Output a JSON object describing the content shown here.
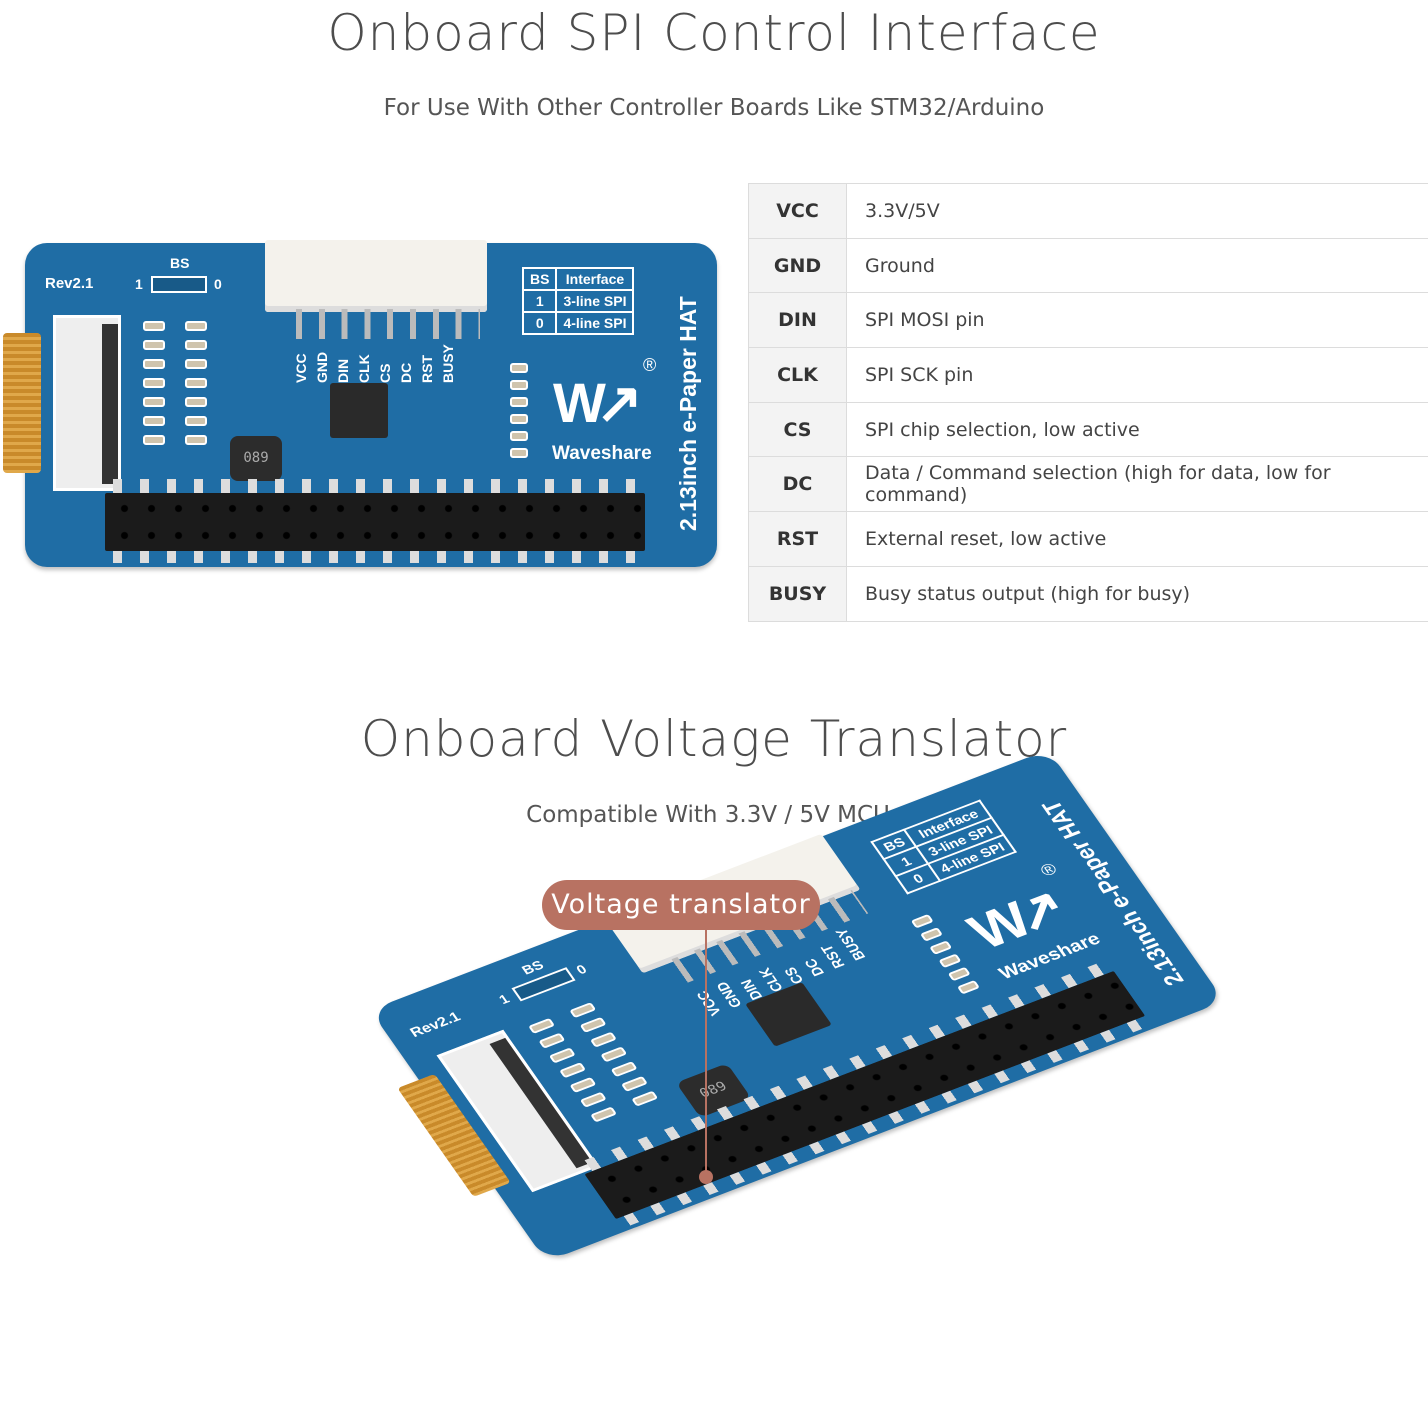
{
  "section1": {
    "title": "Onboard SPI Control Interface",
    "subtitle": "For Use With Other Controller Boards Like STM32/Arduino"
  },
  "pin_table": [
    {
      "pin": "VCC",
      "desc": "3.3V/5V"
    },
    {
      "pin": "GND",
      "desc": "Ground"
    },
    {
      "pin": "DIN",
      "desc": "SPI MOSI pin"
    },
    {
      "pin": "CLK",
      "desc": "SPI SCK pin"
    },
    {
      "pin": "CS",
      "desc": "SPI chip selection, low active"
    },
    {
      "pin": "DC",
      "desc": "Data / Command selection (high for data, low for command)"
    },
    {
      "pin": "RST",
      "desc": "External reset, low active"
    },
    {
      "pin": "BUSY",
      "desc": "Busy status output (high for busy)"
    }
  ],
  "board": {
    "revision": "Rev2.1",
    "bs_label": "BS",
    "bs_one": "1",
    "bs_zero": "0",
    "bs_table": {
      "h1": "BS",
      "h2": "Interface",
      "r1a": "1",
      "r1b": "3-line SPI",
      "r2a": "0",
      "r2b": "4-line SPI"
    },
    "pin_labels": [
      "VCC",
      "GND",
      "DIN",
      "CLK",
      "CS",
      "DC",
      "RST",
      "BUSY"
    ],
    "brand": "Waveshare",
    "product": "2.13inch e-Paper HAT",
    "inductor": "089",
    "colors": {
      "pcb": "#1f6da5",
      "connector": "#f4f2ec",
      "header": "#1b1b1b",
      "flex": "#c98a2a"
    }
  },
  "section2": {
    "title": "Onboard Voltage Translator",
    "subtitle": "Compatible With 3.3V / 5V MCUs",
    "callout": "Voltage translator",
    "callout_color": "#b87262"
  }
}
